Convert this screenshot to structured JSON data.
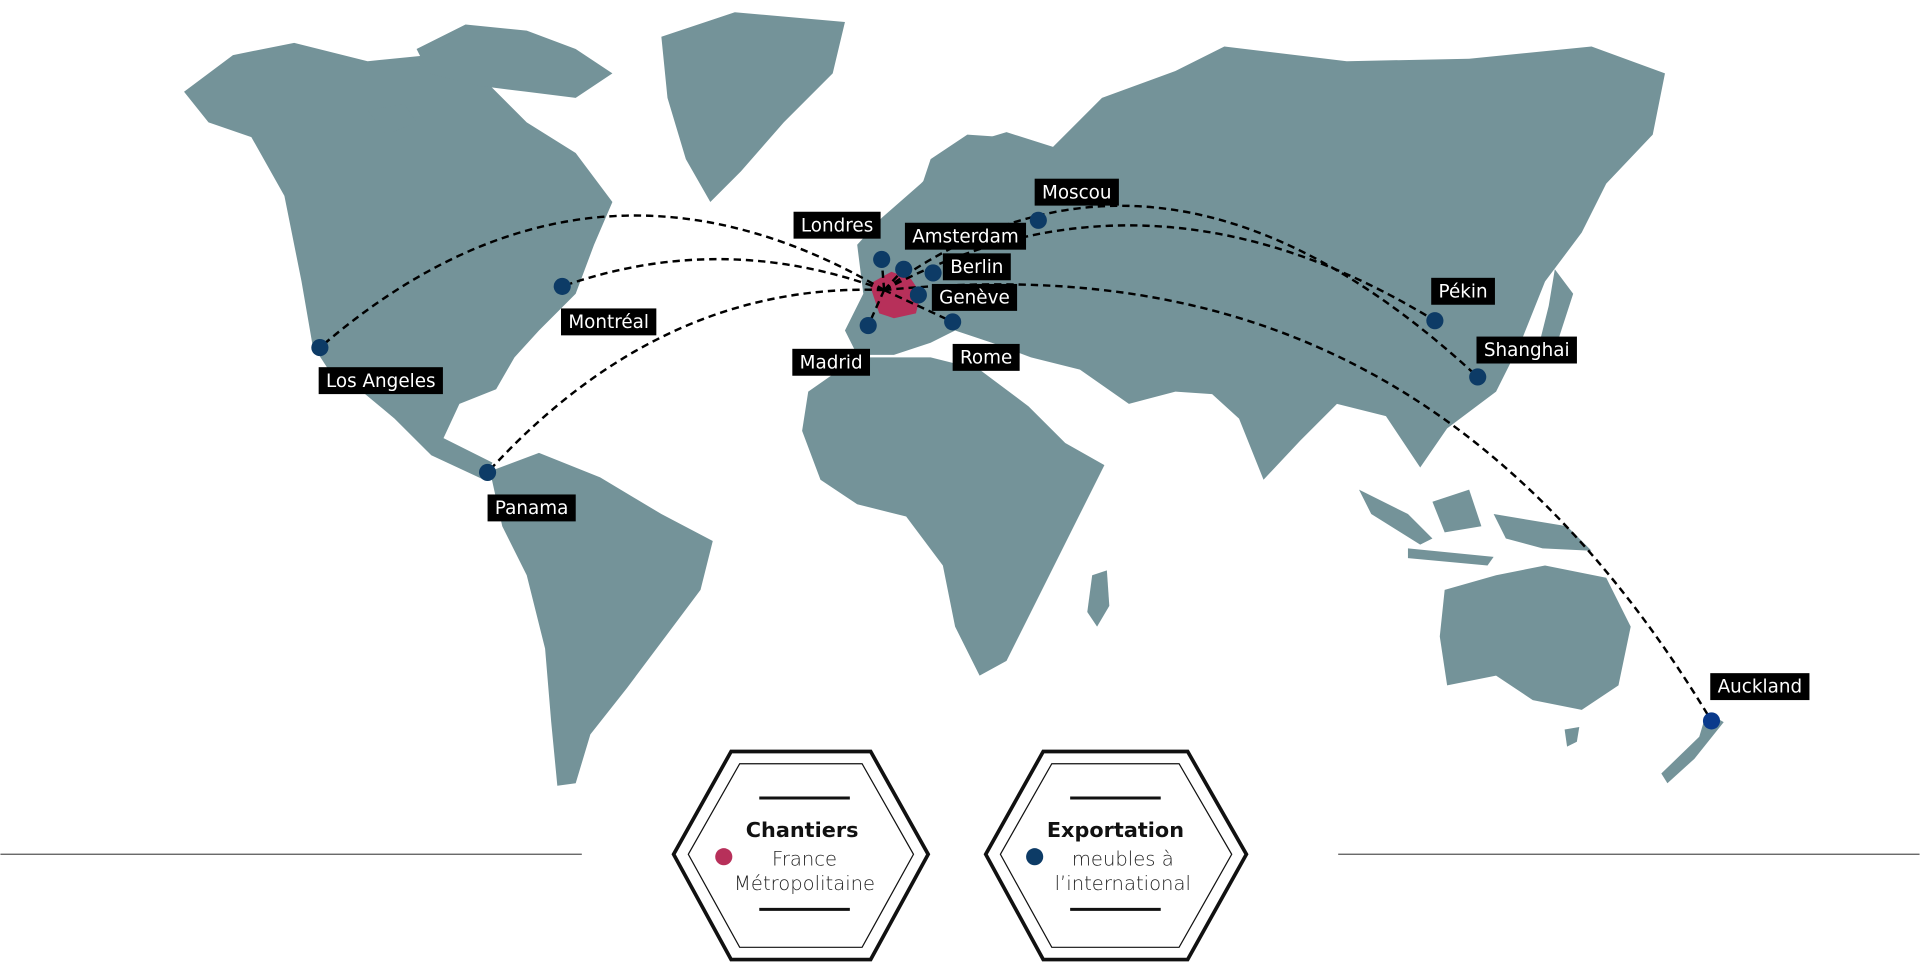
{
  "colors": {
    "land": "#749399",
    "france": "#b7305a",
    "city": "#0d3b66",
    "auckland": "#0a3a8c",
    "label_bg": "#000000"
  },
  "origin": "France",
  "cities": [
    {
      "id": "londres",
      "name": "Londres"
    },
    {
      "id": "amsterdam",
      "name": "Amsterdam"
    },
    {
      "id": "berlin",
      "name": "Berlin"
    },
    {
      "id": "geneve",
      "name": "Genève"
    },
    {
      "id": "madrid",
      "name": "Madrid"
    },
    {
      "id": "rome",
      "name": "Rome"
    },
    {
      "id": "moscou",
      "name": "Moscou"
    },
    {
      "id": "pekin",
      "name": "Pékin"
    },
    {
      "id": "shanghai",
      "name": "Shanghai"
    },
    {
      "id": "auckland",
      "name": "Auckland"
    },
    {
      "id": "montreal",
      "name": "Montréal"
    },
    {
      "id": "losangeles",
      "name": "Los Angeles"
    },
    {
      "id": "panama",
      "name": "Panama"
    }
  ],
  "legend": {
    "chantiers": {
      "title": "Chantiers",
      "line1": "France",
      "line2": "Métropolitaine"
    },
    "export": {
      "title": "Exportation",
      "line1": "meubles à",
      "line2": "l’international"
    }
  }
}
